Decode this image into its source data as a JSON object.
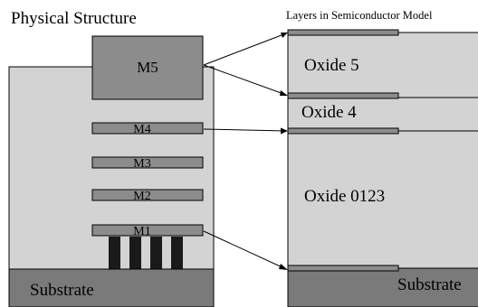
{
  "titles": {
    "physical": "Physical Structure",
    "model": "Layers in Semiconductor Model"
  },
  "physical_structure": {
    "metals": [
      "M5",
      "M4",
      "M3",
      "M2",
      "M1"
    ],
    "substrate": "Substrate"
  },
  "semiconductor_model": {
    "layers": [
      "Oxide 5",
      "Oxide 4",
      "Oxide 0123"
    ],
    "substrate": "Substrate"
  },
  "colors": {
    "oxide": "#d3d3d3",
    "metal": "#8c8c8c",
    "substrate": "#7a7a7a",
    "device": "#1a1a1a",
    "outline": "#000000"
  }
}
